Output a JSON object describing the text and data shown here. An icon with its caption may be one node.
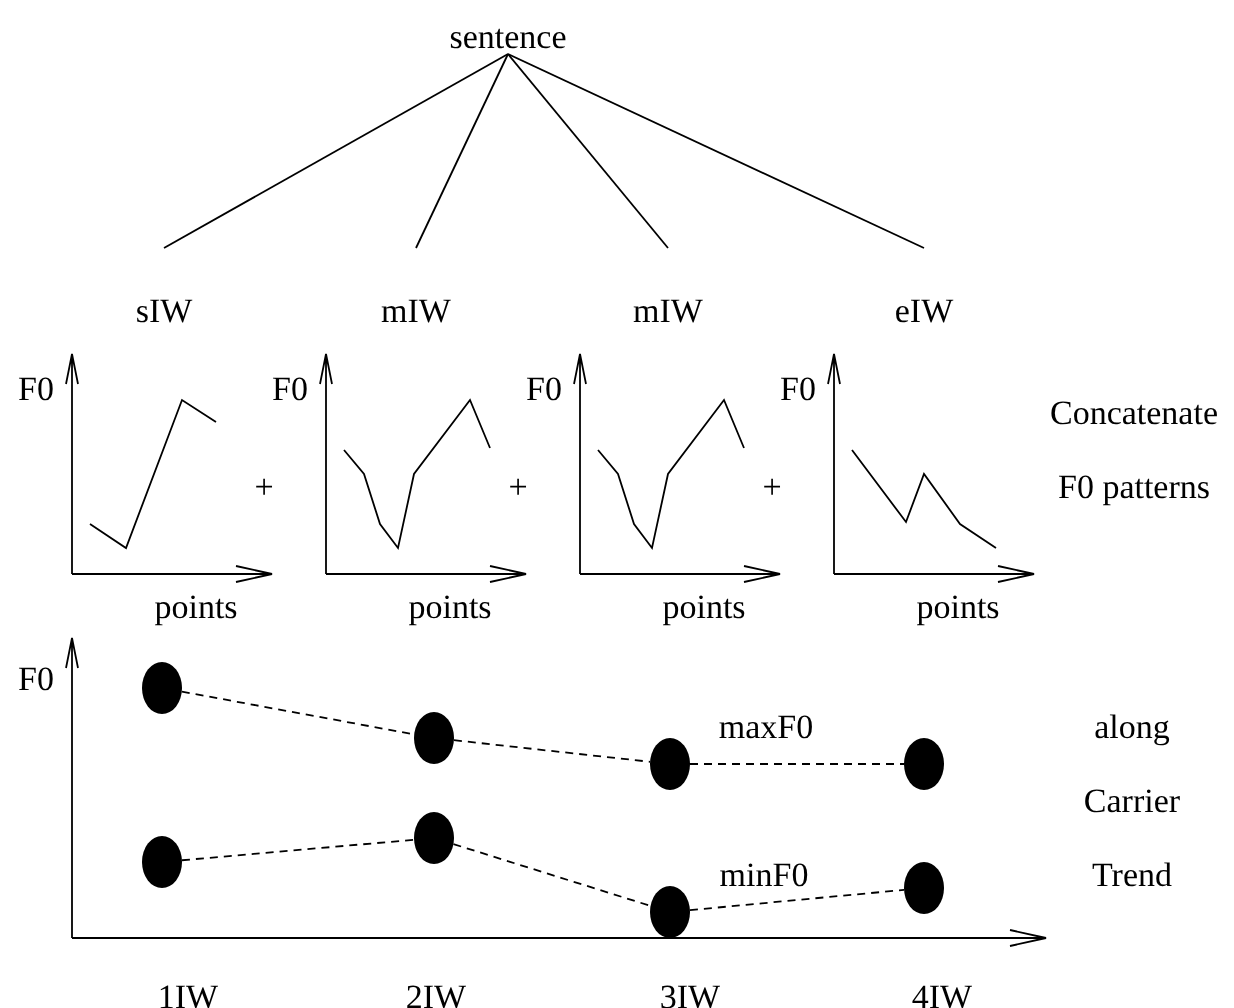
{
  "diagram": {
    "nodes": [
      {
        "text": [
          "sentence"
        ]
      },
      {
        "text": [
          "sIW"
        ]
      },
      {
        "text": [
          "mIW"
        ]
      },
      {
        "text": [
          "mIW"
        ]
      },
      {
        "text": [
          "eIW"
        ]
      },
      {
        "text": [],
        "shape": "circle"
      },
      {
        "text": [],
        "shape": "circle"
      },
      {
        "text": [],
        "shape": "circle"
      },
      {
        "text": [],
        "shape": "circle"
      },
      {
        "text": [],
        "shape": "circle"
      },
      {
        "text": [],
        "shape": "circle"
      },
      {
        "text": [],
        "shape": "circle"
      },
      {
        "text": [],
        "shape": "circle"
      }
    ],
    "edges": [
      {
        "from": 0,
        "to": 1,
        "arrow": "none"
      },
      {
        "from": 0,
        "to": 2,
        "arrow": "none"
      },
      {
        "from": 0,
        "to": 3,
        "arrow": "none"
      },
      {
        "from": 0,
        "to": 4,
        "arrow": "none"
      },
      {
        "from": 5,
        "to": 6,
        "arrow": "none",
        "style": "dashed"
      },
      {
        "from": 6,
        "to": 7,
        "arrow": "none",
        "style": "dashed"
      },
      {
        "from": 7,
        "to": 8,
        "arrow": "none",
        "style": "dashed"
      },
      {
        "from": 9,
        "to": 10,
        "arrow": "none",
        "style": "dashed"
      },
      {
        "from": 10,
        "to": 11,
        "arrow": "none",
        "style": "dashed"
      },
      {
        "from": 11,
        "to": 12,
        "arrow": "none",
        "style": "dashed"
      }
    ],
    "labels": [
      "F0",
      "F0",
      "F0",
      "F0",
      "Concatenate F0 patterns",
      "+",
      "+",
      "+",
      "points",
      "points",
      "points",
      "points",
      "F0",
      "maxF0",
      "along Carrier Trend",
      "minF0",
      "1IW",
      "2IW",
      "3IW",
      "4IW"
    ]
  }
}
